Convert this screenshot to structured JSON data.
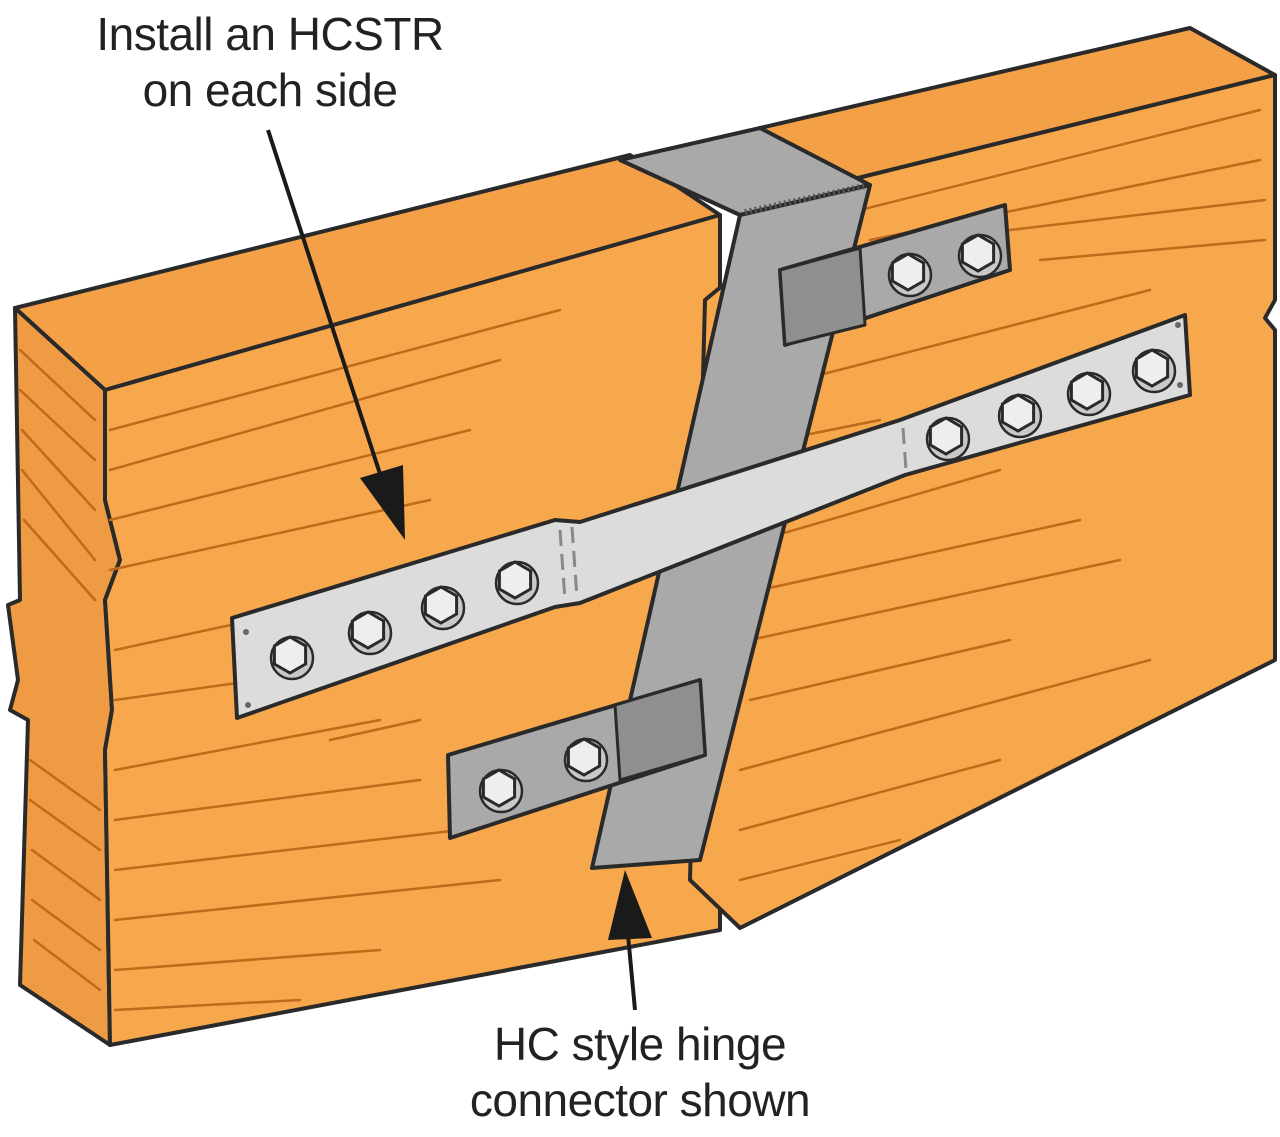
{
  "labels": {
    "top": {
      "line1": "Install an HCSTR",
      "line2": "on each side"
    },
    "bottom": {
      "line1": "HC style hinge",
      "line2": "connector shown"
    }
  },
  "colors": {
    "wood_face": "#f7a84c",
    "wood_top": "#f3a047",
    "grain": "#c06a1a",
    "outline": "#2a2a2a",
    "hinge_steel": "#a9a9a9",
    "hinge_steel_dark": "#8f8f8f",
    "strap_steel": "#dcdcdc",
    "bolt": "#eeeeee",
    "arrow": "#1a1a1a",
    "text": "#222222"
  },
  "icons": {
    "bolt": "hex-bolt-icon",
    "arrow": "pointer-arrow-icon"
  }
}
